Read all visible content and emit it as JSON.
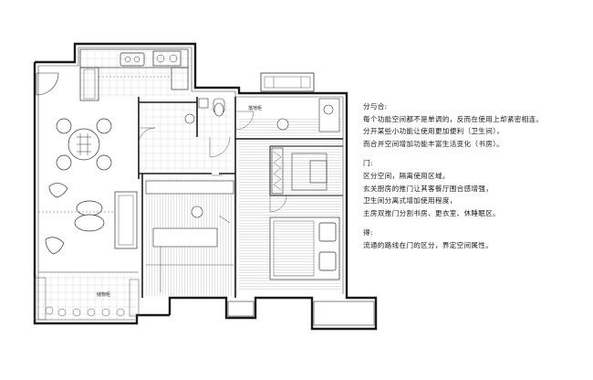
{
  "plan_labels": {
    "bathroom": "落地柜",
    "storage": "储物柜"
  },
  "notes": {
    "section1_title": "分与合:",
    "section1_lines": [
      "每个功能空间都不是单调的，反而在使用上却紧密相连。",
      "分开某些小功能让使用更加便利（卫生间），",
      "而合并空间增加功能丰富生活变化（书房）。"
    ],
    "section2_title": "门:",
    "section2_lines": [
      "区分空间，隔离使用区域。",
      "玄关厨房的推门让其客餐厅围合感增强，",
      "卫生间分离式增加使用程度，",
      "主房双推门分割书房、更衣室、休睡眠区。"
    ],
    "section3_title": "得:",
    "section3_lines": [
      "流通的路线在门的区分，界定空间属性。"
    ]
  },
  "colors": {
    "wall": "#1a1a1a",
    "line": "#555555",
    "hatch": "#9a9a9a"
  }
}
